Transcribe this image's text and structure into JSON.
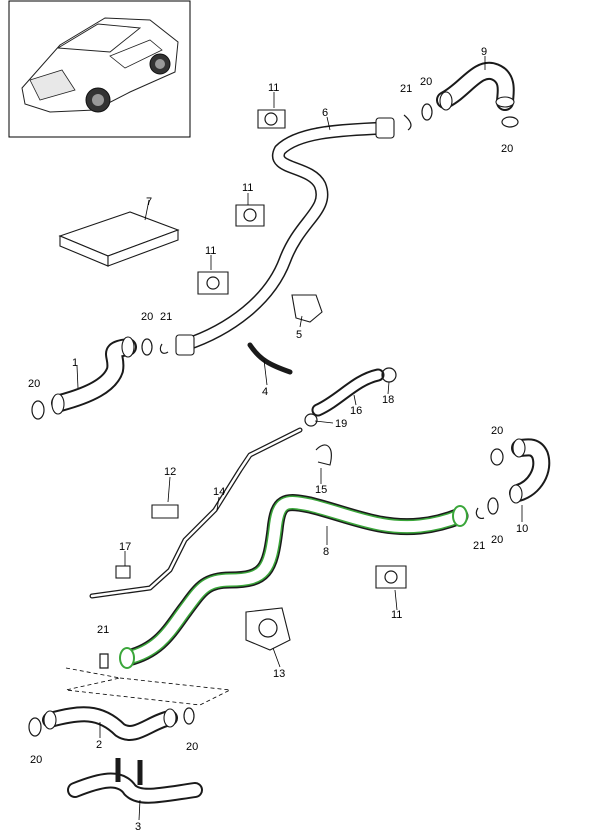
{
  "diagram": {
    "callouts": {
      "c1": "1",
      "c2": "2",
      "c3": "3",
      "c4": "4",
      "c5": "5",
      "c6": "6",
      "c7": "7",
      "c8": "8",
      "c9": "9",
      "c10": "10",
      "c11a": "11",
      "c11b": "11",
      "c11c": "11",
      "c11d": "11",
      "c12": "12",
      "c13": "13",
      "c14": "14",
      "c15": "15",
      "c16": "16",
      "c17": "17",
      "c18": "18",
      "c19": "19",
      "c20a": "20",
      "c20b": "20",
      "c20c": "20",
      "c20d": "20",
      "c20e": "20",
      "c20f": "20",
      "c20g": "20",
      "c20h": "20",
      "c21a": "21",
      "c21b": "21",
      "c21c": "21",
      "c21d": "21"
    },
    "highlight_color": "#3aa63a"
  }
}
